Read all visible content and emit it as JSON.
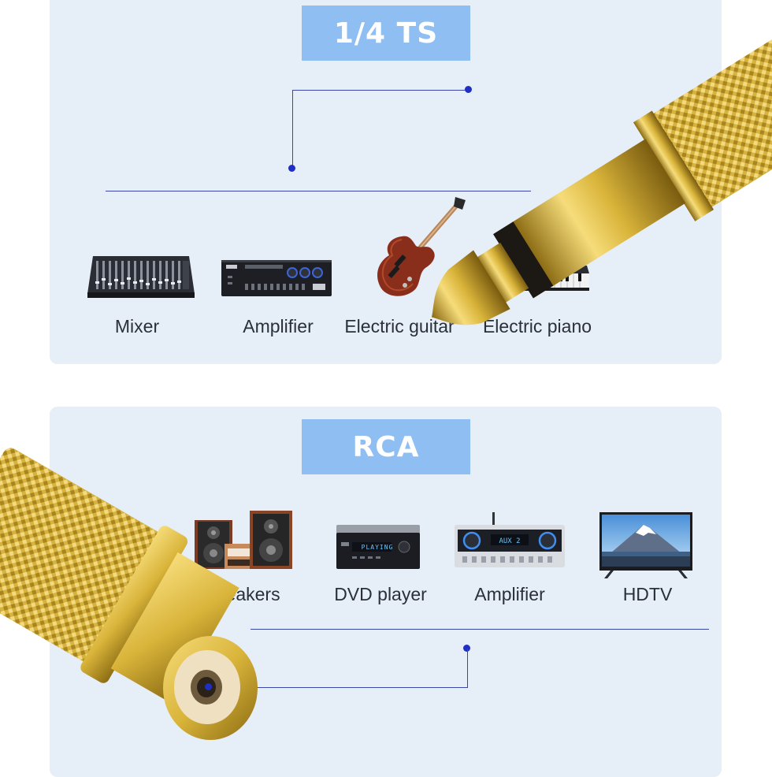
{
  "sections": [
    {
      "title": "1/4 TS",
      "devices": [
        {
          "label": "Mixer",
          "icon": "mixer-icon"
        },
        {
          "label": "Amplifier",
          "icon": "amplifier-icon"
        },
        {
          "label": "Electric guitar",
          "icon": "electric-guitar-icon"
        },
        {
          "label": "Electric piano",
          "icon": "electric-piano-icon"
        }
      ]
    },
    {
      "title": "RCA",
      "devices": [
        {
          "label": "Speakers",
          "icon": "speakers-icon"
        },
        {
          "label": "DVD player",
          "icon": "dvd-player-icon"
        },
        {
          "label": "Amplifier",
          "icon": "amplifier-icon"
        },
        {
          "label": "HDTV",
          "icon": "hdtv-icon"
        }
      ]
    }
  ],
  "dvd_display_text": "PLAYING",
  "amp_display_text": "AUX 2",
  "colors": {
    "panel": "#e6eef8",
    "badge": "#8fbef2",
    "gold": "#d9b43a",
    "leader_line": "#3b47a8"
  }
}
